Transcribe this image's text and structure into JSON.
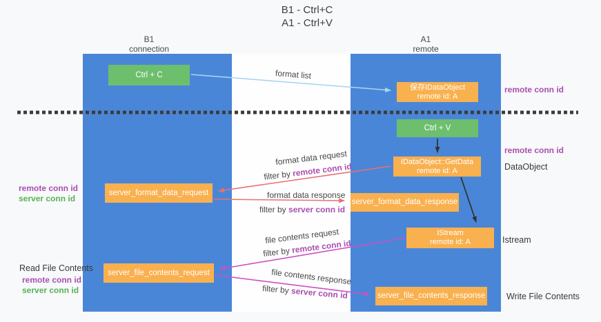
{
  "title": {
    "line1": "B1 - Ctrl+C",
    "line2": "A1 - Ctrl+V"
  },
  "lifelines": {
    "left": {
      "name": "B1",
      "role": "connection"
    },
    "right": {
      "name": "A1",
      "role": "remote"
    }
  },
  "boxes": {
    "ctrl_c": {
      "label": "Ctrl + C"
    },
    "save_dataobject": {
      "line1": "保存IDataObject",
      "line2": "remote id: A"
    },
    "ctrl_v": {
      "label": "Ctrl + V"
    },
    "getdata": {
      "line1": "IDataObject::GetData",
      "line2": "remote id: A"
    },
    "server_format_data_request": {
      "label": "server_format_data_request"
    },
    "server_format_data_response": {
      "label": "server_format_data_response"
    },
    "istream": {
      "line1": "IStream",
      "line2": "remote id: A"
    },
    "server_file_contents_request": {
      "label": "server_file_contents_request"
    },
    "server_file_contents_response": {
      "label": "server_file_contents_response"
    }
  },
  "left_labels": {
    "remote_conn_id": "remote conn id",
    "server_conn_id": "server conn id",
    "read_file_contents": "Read File Contents"
  },
  "right_labels": {
    "remote_conn_id_top": "remote conn id",
    "remote_conn_id_mid": "remote conn id",
    "dataobject": "DataObject",
    "istream": "Istream",
    "write_file_contents": "Write File Contents"
  },
  "arrow_labels": {
    "format_list": "format list",
    "format_data_request": "format data request",
    "format_data_response": "format data response",
    "file_contents_request": "file contents request",
    "file_contents_response": "file contents response",
    "filter_by": "filter by ",
    "remote_conn_id": "remote conn id",
    "server_conn_id": "server conn id"
  },
  "colors": {
    "lifeline_blue": "#4a86d8",
    "action_green": "#6dbf6e",
    "message_orange": "#f9b04e",
    "format_list_arrow_blue": "#a9d5f3",
    "format_arrow_red": "#e87070",
    "file_arrow_magenta": "#cc4fc4",
    "remote_conn_id_purple": "#a84fb0",
    "server_conn_id_green": "#58b158",
    "divider_black": "#3c3c3c"
  }
}
